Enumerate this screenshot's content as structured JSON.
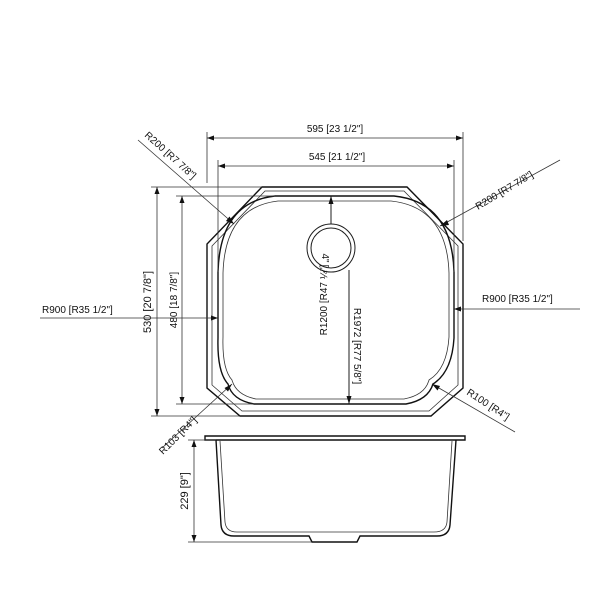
{
  "diagram": {
    "width_outer": "595 [23 1/2\"]",
    "width_inner": "545 [21 1/2\"]",
    "height_outer": "530 [20 7/8\"]",
    "height_inner": "480 [18 7/8\"]",
    "corner_top_left": "R200 [R7 7/8\"]",
    "corner_top_right": "R200 [R7 7/8\"]",
    "side_left": "R900 [R35 1/2\"]",
    "side_right": "R900 [R35 1/2\"]",
    "corner_bottom_left": "R103 [R4\"]",
    "corner_bottom_right": "R100 [R4\"]",
    "drain_diameter": "4\"",
    "bowl_radius_1200": "R1200 [R47 ¼\"]",
    "bowl_radius_1972": "R1972 [R77 5/8\"]",
    "depth": "229 [9\"]"
  }
}
